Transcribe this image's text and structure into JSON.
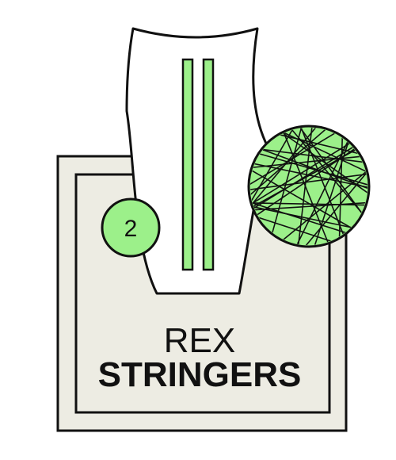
{
  "brand": {
    "line1": "REX",
    "line2": "STRINGERS"
  },
  "badge": {
    "number": "2"
  },
  "colors": {
    "accent_green": "#9cf08a",
    "panel_beige": "#edece3",
    "outline": "#111111",
    "racket_body": "#ffffff"
  },
  "icons": {
    "racket": "racket-grip-icon",
    "string_ball": "string-mesh-ball-icon"
  }
}
